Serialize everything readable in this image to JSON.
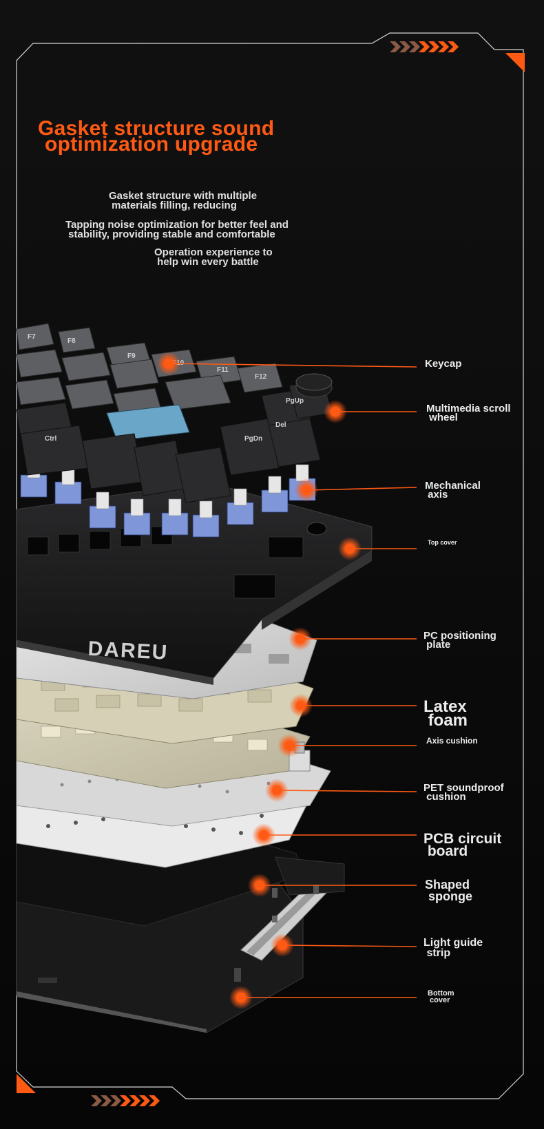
{
  "title": {
    "line1": "Gasket structure sound",
    "line2": "optimization upgrade"
  },
  "description": {
    "para1": "Gasket structure with multiple\n materials filling, reducing",
    "para2": "Tapping noise optimization for better feel and\n stability, providing stable and comfortable",
    "para3": "Operation experience to\n help win every battle"
  },
  "brand": {
    "logo_text": "DAREU"
  },
  "components": [
    {
      "label": "Keycap"
    },
    {
      "label": "Multimedia scroll\n wheel"
    },
    {
      "label": "Mechanical\n axis"
    },
    {
      "label": "Top cover"
    },
    {
      "label": "PC positioning\n plate"
    },
    {
      "label": "Latex\n foam"
    },
    {
      "label": "Axis cushion"
    },
    {
      "label": "PET soundproof\n cushion"
    },
    {
      "label": "PCB circuit\n board"
    },
    {
      "label": "Shaped\n sponge"
    },
    {
      "label": "Light guide\n strip"
    },
    {
      "label": "Bottom\n cover"
    }
  ],
  "key_legends": [
    "F7",
    "F8",
    "F9",
    "F10",
    "F11",
    "F12",
    "PgUp",
    "PgDn",
    "Del",
    "Ctrl"
  ],
  "colors": {
    "accent": "#ff5a14",
    "frame": "#d9d9d9",
    "background": "#0c0c0c",
    "keycap_dark": "#2b2b2d",
    "keycap_grey": "#5d5f63",
    "keycap_blue": "#6aa6c8",
    "switch_blue": "#7f96d8"
  }
}
